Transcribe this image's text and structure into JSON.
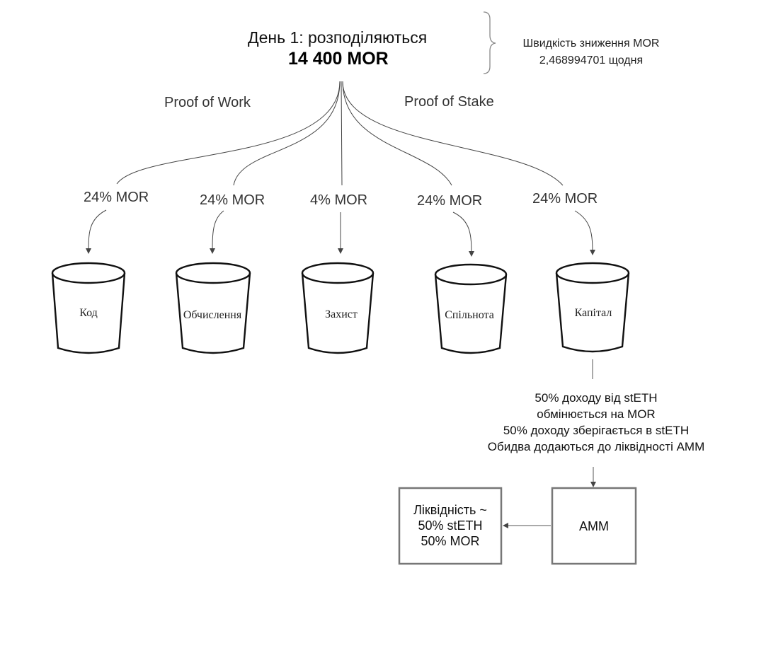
{
  "header": {
    "line1": "День 1: розподіляються",
    "line2": "14 400 MOR"
  },
  "rate_note": {
    "line1": "Швидкість зниження MOR",
    "line2": "2,468994701 щодня"
  },
  "methods": {
    "pow": "Proof of Work",
    "pos": "Proof of  Stake"
  },
  "buckets": [
    {
      "percent": "24% MOR",
      "label": "Код"
    },
    {
      "percent": "24% MOR",
      "label": "Обчислення"
    },
    {
      "percent": "4% MOR",
      "label": "Захист"
    },
    {
      "percent": "24% MOR",
      "label": "Спільнота"
    },
    {
      "percent": "24% MOR",
      "label": "Капітал"
    }
  ],
  "capital_flow": {
    "line1": "50% доходу від stETH",
    "line2": "обмінюється на MOR",
    "line3": "50% доходу зберігається в stETH",
    "line4": "Обидва додаються до ліквідності AMM"
  },
  "amm_box": {
    "label": "AMM"
  },
  "liquidity_box": {
    "line1": "Ліквідність ~",
    "line2": "50% stETH",
    "line3": "50% MOR"
  }
}
